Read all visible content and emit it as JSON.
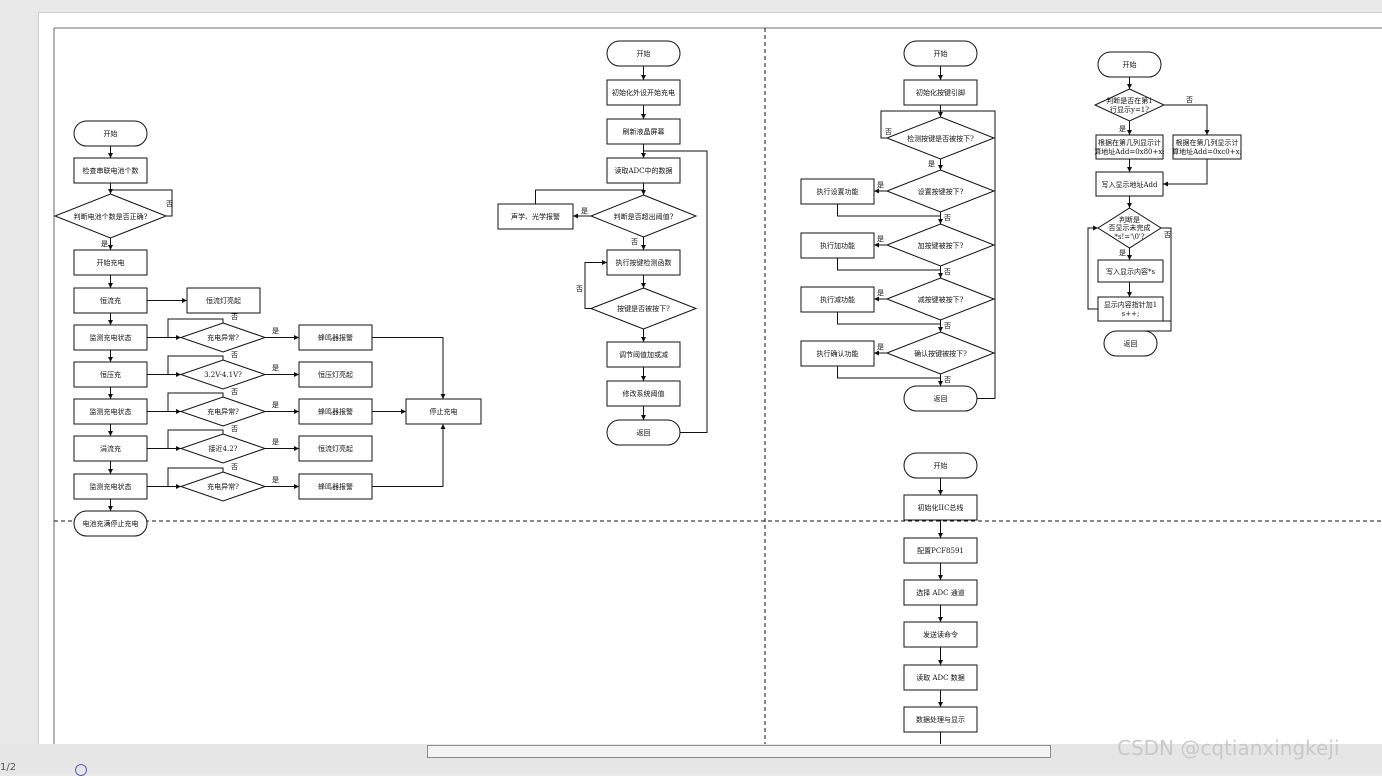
{
  "status": {
    "left_text": "1/2",
    "watermark": "CSDN @cqtianxingkeji"
  },
  "charge_flow": {
    "start": "开始",
    "check_count": "检查串联电池个数",
    "judge_count": "判断电池个数是否正确?",
    "start_charge": "开始充电",
    "cc": "恒流充",
    "cc_led": "恒流灯亮起",
    "monitor1": "监测充电状态",
    "abnormal1": "充电异常?",
    "buzzer1": "蜂鸣器报警",
    "cv": "恒压充",
    "cv_cond": "3.2V-4.1V?",
    "cv_led": "恒压灯亮起",
    "monitor2": "监测充电状态",
    "abnormal2": "充电异常?",
    "buzzer2": "蜂鸣器报警",
    "stop": "停止充电",
    "trickle": "涓流充",
    "near": "接近4.2?",
    "cc_led2": "恒流灯亮起",
    "monitor3": "监测充电状态",
    "abnormal3": "充电异常?",
    "buzzer3": "蜂鸣器报警",
    "end": "电池充满停止充电",
    "yes": "是",
    "no": "否"
  },
  "main_flow": {
    "start": "开始",
    "init": "初始化外设开始充电",
    "refresh": "刷新液晶屏幕",
    "read_adc": "读取ADC中的数据",
    "judge": "判断是否超出阈值?",
    "alarm": "声学、光学报警",
    "exec_key": "执行按键检测函数",
    "key_pressed": "按键是否被按下?",
    "adjust": "调节阈值加或减",
    "modify": "修改系统阈值",
    "ret": "返回",
    "yes": "是",
    "no": "否"
  },
  "key_flow": {
    "start": "开始",
    "init": "初始化按键引脚",
    "detect": "检测按键是否被按下?",
    "set_q": "设置按键按下?",
    "set_fn": "执行设置功能",
    "add_q": "加按键被按下?",
    "add_fn": "执行加功能",
    "sub_q": "减按键被按下?",
    "sub_fn": "执行减功能",
    "ok_q": "确认按键被按下?",
    "ok_fn": "执行确认功能",
    "ret": "返回",
    "yes": "是",
    "no": "否"
  },
  "lcd_flow": {
    "start": "开始",
    "judge_row1": "判断是否在第1",
    "judge_row2": "行显示y=1?",
    "addr1_a": "根据在第几列显示计",
    "addr1_b": "算地址Add=0x80+x;",
    "addr2_a": "根据在第几列显示计",
    "addr2_b": "算地址Add=0xc0+x;",
    "write_addr": "写入显示地址Add",
    "judge_done1": "判断是",
    "judge_done2": "否显示未完成",
    "judge_done3": "*s!='\\0'?",
    "write_content": "写入显示内容*s",
    "ptr_a": "显示内容指针加1",
    "ptr_b": "s++;",
    "ret": "返回",
    "yes": "是",
    "no": "否"
  },
  "adc_flow": {
    "start": "开始",
    "init": "初始化IIC总线",
    "config": "配置PCF8591",
    "select": "选择 ADC 通道",
    "send": "发送读命令",
    "read": "读取 ADC 数据",
    "process": "数据处理与显示"
  }
}
